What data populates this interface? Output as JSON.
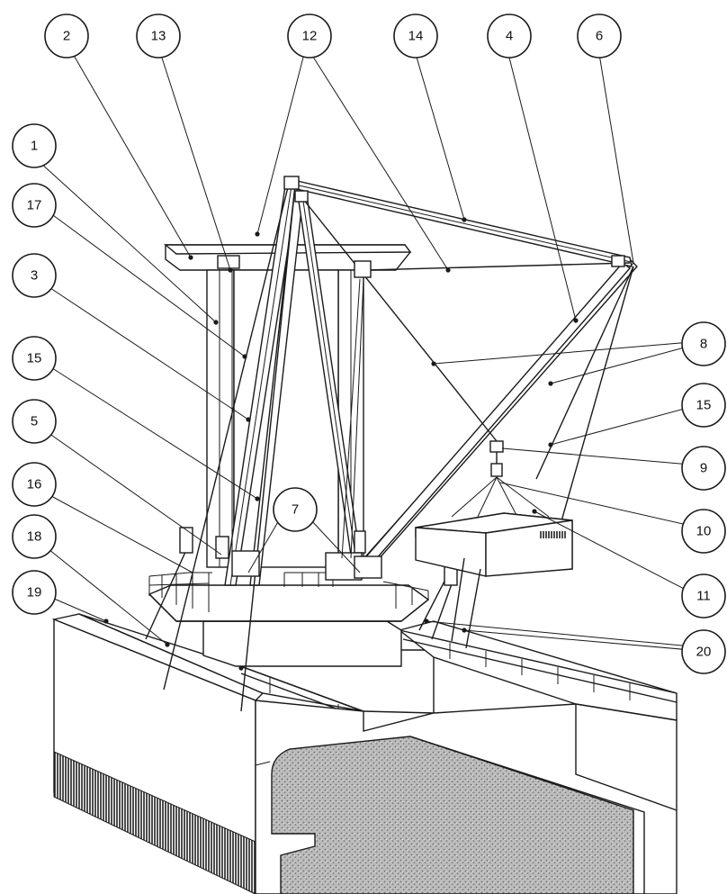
{
  "callouts": [
    {
      "id": "c2",
      "label": "2"
    },
    {
      "id": "c13",
      "label": "13"
    },
    {
      "id": "c12",
      "label": "12"
    },
    {
      "id": "c14",
      "label": "14"
    },
    {
      "id": "c4",
      "label": "4"
    },
    {
      "id": "c6",
      "label": "6"
    },
    {
      "id": "c1",
      "label": "1"
    },
    {
      "id": "c17",
      "label": "17"
    },
    {
      "id": "c3",
      "label": "3"
    },
    {
      "id": "c15a",
      "label": "15"
    },
    {
      "id": "c5",
      "label": "5"
    },
    {
      "id": "c16",
      "label": "16"
    },
    {
      "id": "c18",
      "label": "18"
    },
    {
      "id": "c19",
      "label": "19"
    },
    {
      "id": "c7",
      "label": "7"
    },
    {
      "id": "c8",
      "label": "8"
    },
    {
      "id": "c15b",
      "label": "15"
    },
    {
      "id": "c9",
      "label": "9"
    },
    {
      "id": "c10",
      "label": "10"
    },
    {
      "id": "c11",
      "label": "11"
    },
    {
      "id": "c20",
      "label": "20"
    }
  ],
  "colors": {
    "ink": "#1a1a1a",
    "paper": "#ffffff",
    "hatch": "#555555"
  }
}
